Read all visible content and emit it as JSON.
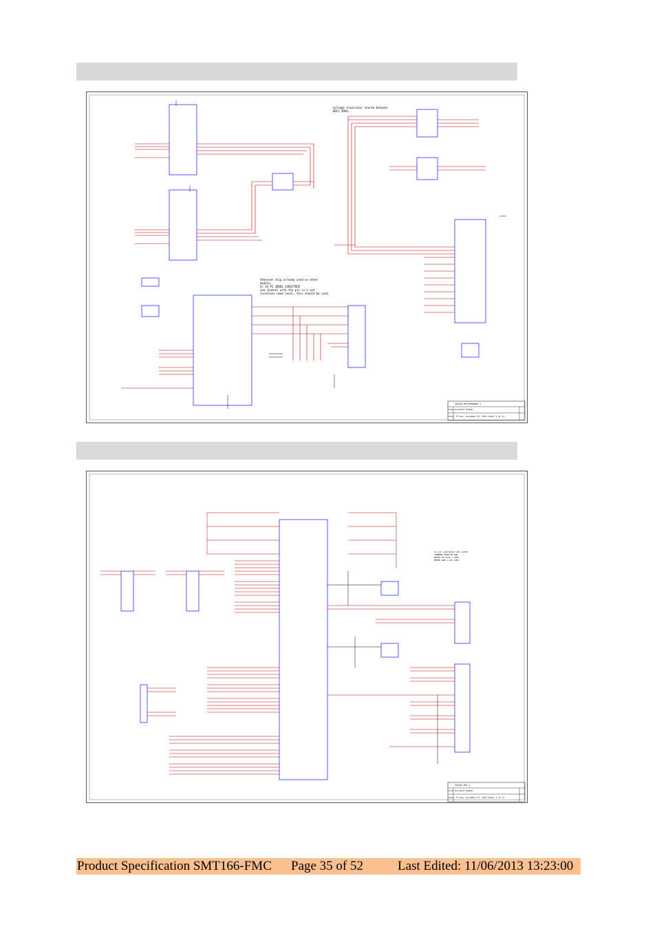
{
  "sheet1": {
    "note_top": "voltage translator shared between\nDDC2 IMAX.",
    "note_mid": "ethernet chip already used on other\nmodule,\nCC 24 PI 3DDDI GIDGITRCB\nnow channel with the pin is's not\nlocations need level, this should be used",
    "title_block": [
      "SHT166-FMC/ETHERNET 1",
      "Size",
      "Document Number",
      "Date: Friday, December 07, 2012  Sheet 1 of 11"
    ]
  },
  "sheet2": {
    "note_mid": "do not complement AUL_CLOCK\nCOMMENT FORM OH EWQ\nMIXED OF FILE 1 XOXX\nMETER AND 1.25V LVDS",
    "title_block": [
      "SHT166-FMC 2",
      "Size",
      "Document Number",
      "Date: Friday, December 07, 2012  Sheet 2 of 11"
    ]
  },
  "footer": {
    "product": "Product Specification SMT166-FMC",
    "page": "Page 35 of 52",
    "edited": "Last Edited: 11/06/2013 13:23:00"
  }
}
